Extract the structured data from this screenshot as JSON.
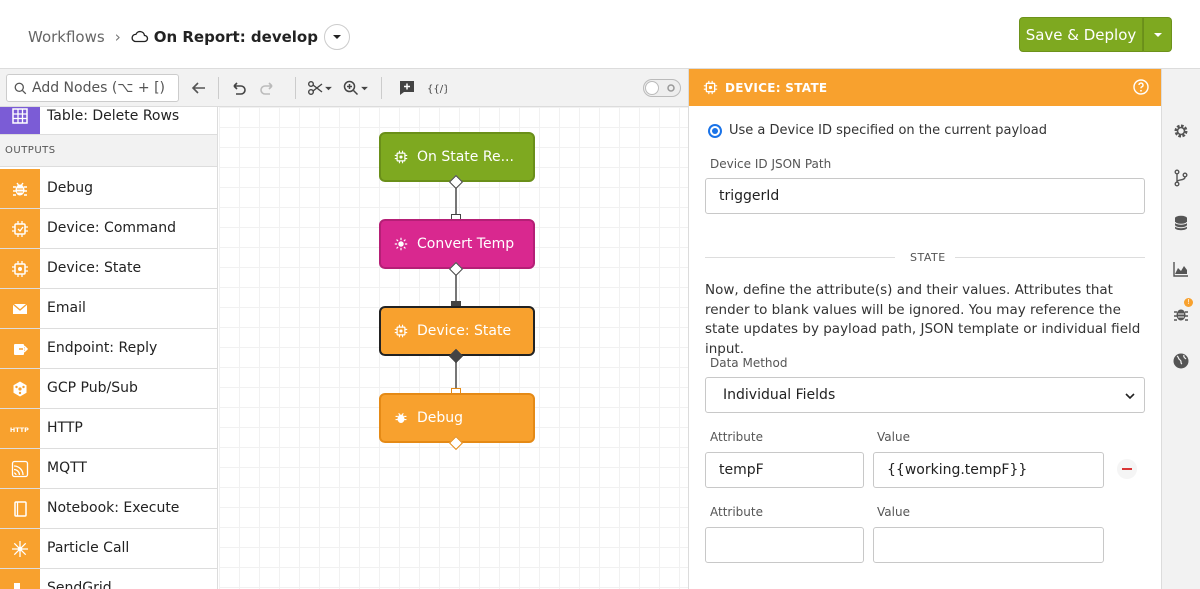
{
  "header": {
    "breadcrumb_root": "Workflows",
    "separator": "›",
    "workflow_title": "On Report: develop",
    "deploy_label": "Save & Deploy"
  },
  "toolbar": {
    "search_placeholder": "Add Nodes (⌥ + [)"
  },
  "palette": {
    "items_top": [
      {
        "label": "Table: Delete Rows",
        "icon": "table-icon",
        "color": "#7b5cd6"
      }
    ],
    "section_label": "OUTPUTS",
    "items": [
      {
        "label": "Debug",
        "icon": "bug-icon",
        "color": "#f8a12e"
      },
      {
        "label": "Device: Command",
        "icon": "chip-icon",
        "color": "#f8a12e"
      },
      {
        "label": "Device: State",
        "icon": "chip-gear-icon",
        "color": "#f8a12e"
      },
      {
        "label": "Email",
        "icon": "email-icon",
        "color": "#f8a12e"
      },
      {
        "label": "Endpoint: Reply",
        "icon": "reply-icon",
        "color": "#f8a12e"
      },
      {
        "label": "GCP Pub/Sub",
        "icon": "gcp-icon",
        "color": "#f8a12e"
      },
      {
        "label": "HTTP",
        "icon": "http-icon",
        "color": "#f8a12e"
      },
      {
        "label": "MQTT",
        "icon": "mqtt-icon",
        "color": "#f8a12e"
      },
      {
        "label": "Notebook: Execute",
        "icon": "notebook-icon",
        "color": "#f8a12e"
      },
      {
        "label": "Particle Call",
        "icon": "particle-icon",
        "color": "#f8a12e"
      },
      {
        "label": "SendGrid",
        "icon": "sendgrid-icon",
        "color": "#f8a12e"
      }
    ]
  },
  "canvas": {
    "nodes": [
      {
        "label": "On State Re...",
        "color": "#7ea920",
        "icon": "chip-gear-icon"
      },
      {
        "label": "Convert Temp",
        "color": "#d9288f",
        "icon": "sun-icon"
      },
      {
        "label": "Device: State",
        "color": "#f8a12e",
        "icon": "chip-gear-icon"
      },
      {
        "label": "Debug",
        "color": "#f8a12e",
        "icon": "bug-icon"
      }
    ]
  },
  "panel": {
    "title": "DEVICE: STATE",
    "radio_label": "Use a Device ID specified on the current payload",
    "device_id_label": "Device ID JSON Path",
    "device_id_value": "triggerId",
    "state_label": "STATE",
    "description": "Now, define the attribute(s) and their values. Attributes that render to blank values will be ignored. You may reference the state updates by payload path, JSON template or individual field input.",
    "data_method_label": "Data Method",
    "data_method_value": "Individual Fields",
    "rows": [
      {
        "attribute_label": "Attribute",
        "value_label": "Value",
        "attribute": "tempF",
        "value": "{{working.tempF}}"
      },
      {
        "attribute_label": "Attribute",
        "value_label": "Value",
        "attribute": "",
        "value": ""
      }
    ]
  },
  "rail": {
    "badge": "!"
  }
}
